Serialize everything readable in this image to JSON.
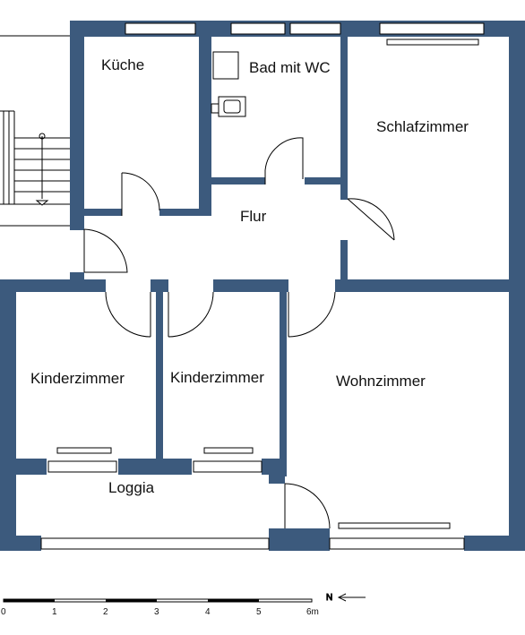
{
  "colors": {
    "wall": "#3c5a7d",
    "line": "#000000",
    "paper": "#ffffff"
  },
  "rooms": {
    "kitchen": "Küche",
    "bathroom": "Bad mit WC",
    "bedroom": "Schlafzimmer",
    "hallway": "Flur",
    "child_room_1": "Kinderzimmer",
    "child_room_2": "Kinderzimmer",
    "living_room": "Wohnzimmer",
    "loggia": "Loggia"
  },
  "scale_bar": {
    "ticks": [
      "0",
      "1",
      "2",
      "3",
      "4",
      "5",
      "6m"
    ]
  },
  "north_arrow": {
    "label": "N"
  }
}
